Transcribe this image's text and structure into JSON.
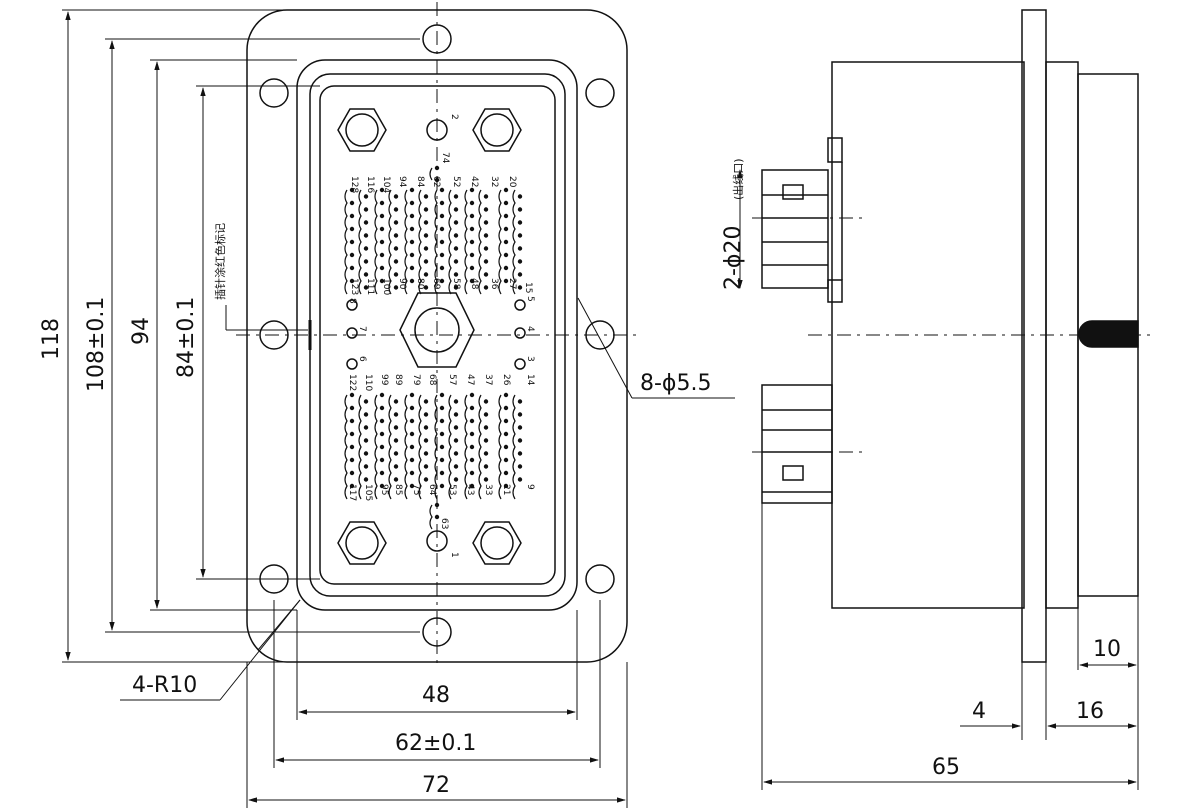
{
  "front_view": {
    "dimensions": {
      "overall_height": "118",
      "hole_spacing_vertical": "108±0.1",
      "inner_height": "94",
      "mounting_height": "84±0.1",
      "mounting_holes": "8-ϕ5.5",
      "corner_radius": "4-R10",
      "inner_width": "48",
      "hole_spacing_horizontal": "62±0.1",
      "overall_width": "72"
    },
    "note": "插针涂红色标记",
    "pin_labels": {
      "tl": [
        "128",
        "116",
        "104",
        "94",
        "84",
        "62",
        "52",
        "42",
        "32",
        "20"
      ],
      "bl_top": [
        "123",
        "111",
        "100",
        "90",
        "80",
        "69",
        "58",
        "48",
        "36",
        "27"
      ],
      "center_left": [
        "8",
        "7",
        "6"
      ],
      "center_right": [
        "5",
        "4",
        "3"
      ],
      "bot_top": [
        "122",
        "110",
        "99",
        "89",
        "79",
        "68",
        "57",
        "47",
        "37",
        "26",
        "14"
      ],
      "bot_bottom": [
        "117",
        "105",
        "95",
        "85",
        "75",
        "64",
        "53",
        "43",
        "33",
        "21",
        "9"
      ],
      "edge": [
        "2",
        "74",
        "15",
        "63",
        "1"
      ]
    }
  },
  "side_view": {
    "dimensions": {
      "cable_outlet": "2-ϕ20",
      "cable_outlet_note": "(出线口)",
      "rear_depth": "10",
      "flange_thickness": "4",
      "rear_length": "16",
      "overall_length": "65"
    }
  }
}
